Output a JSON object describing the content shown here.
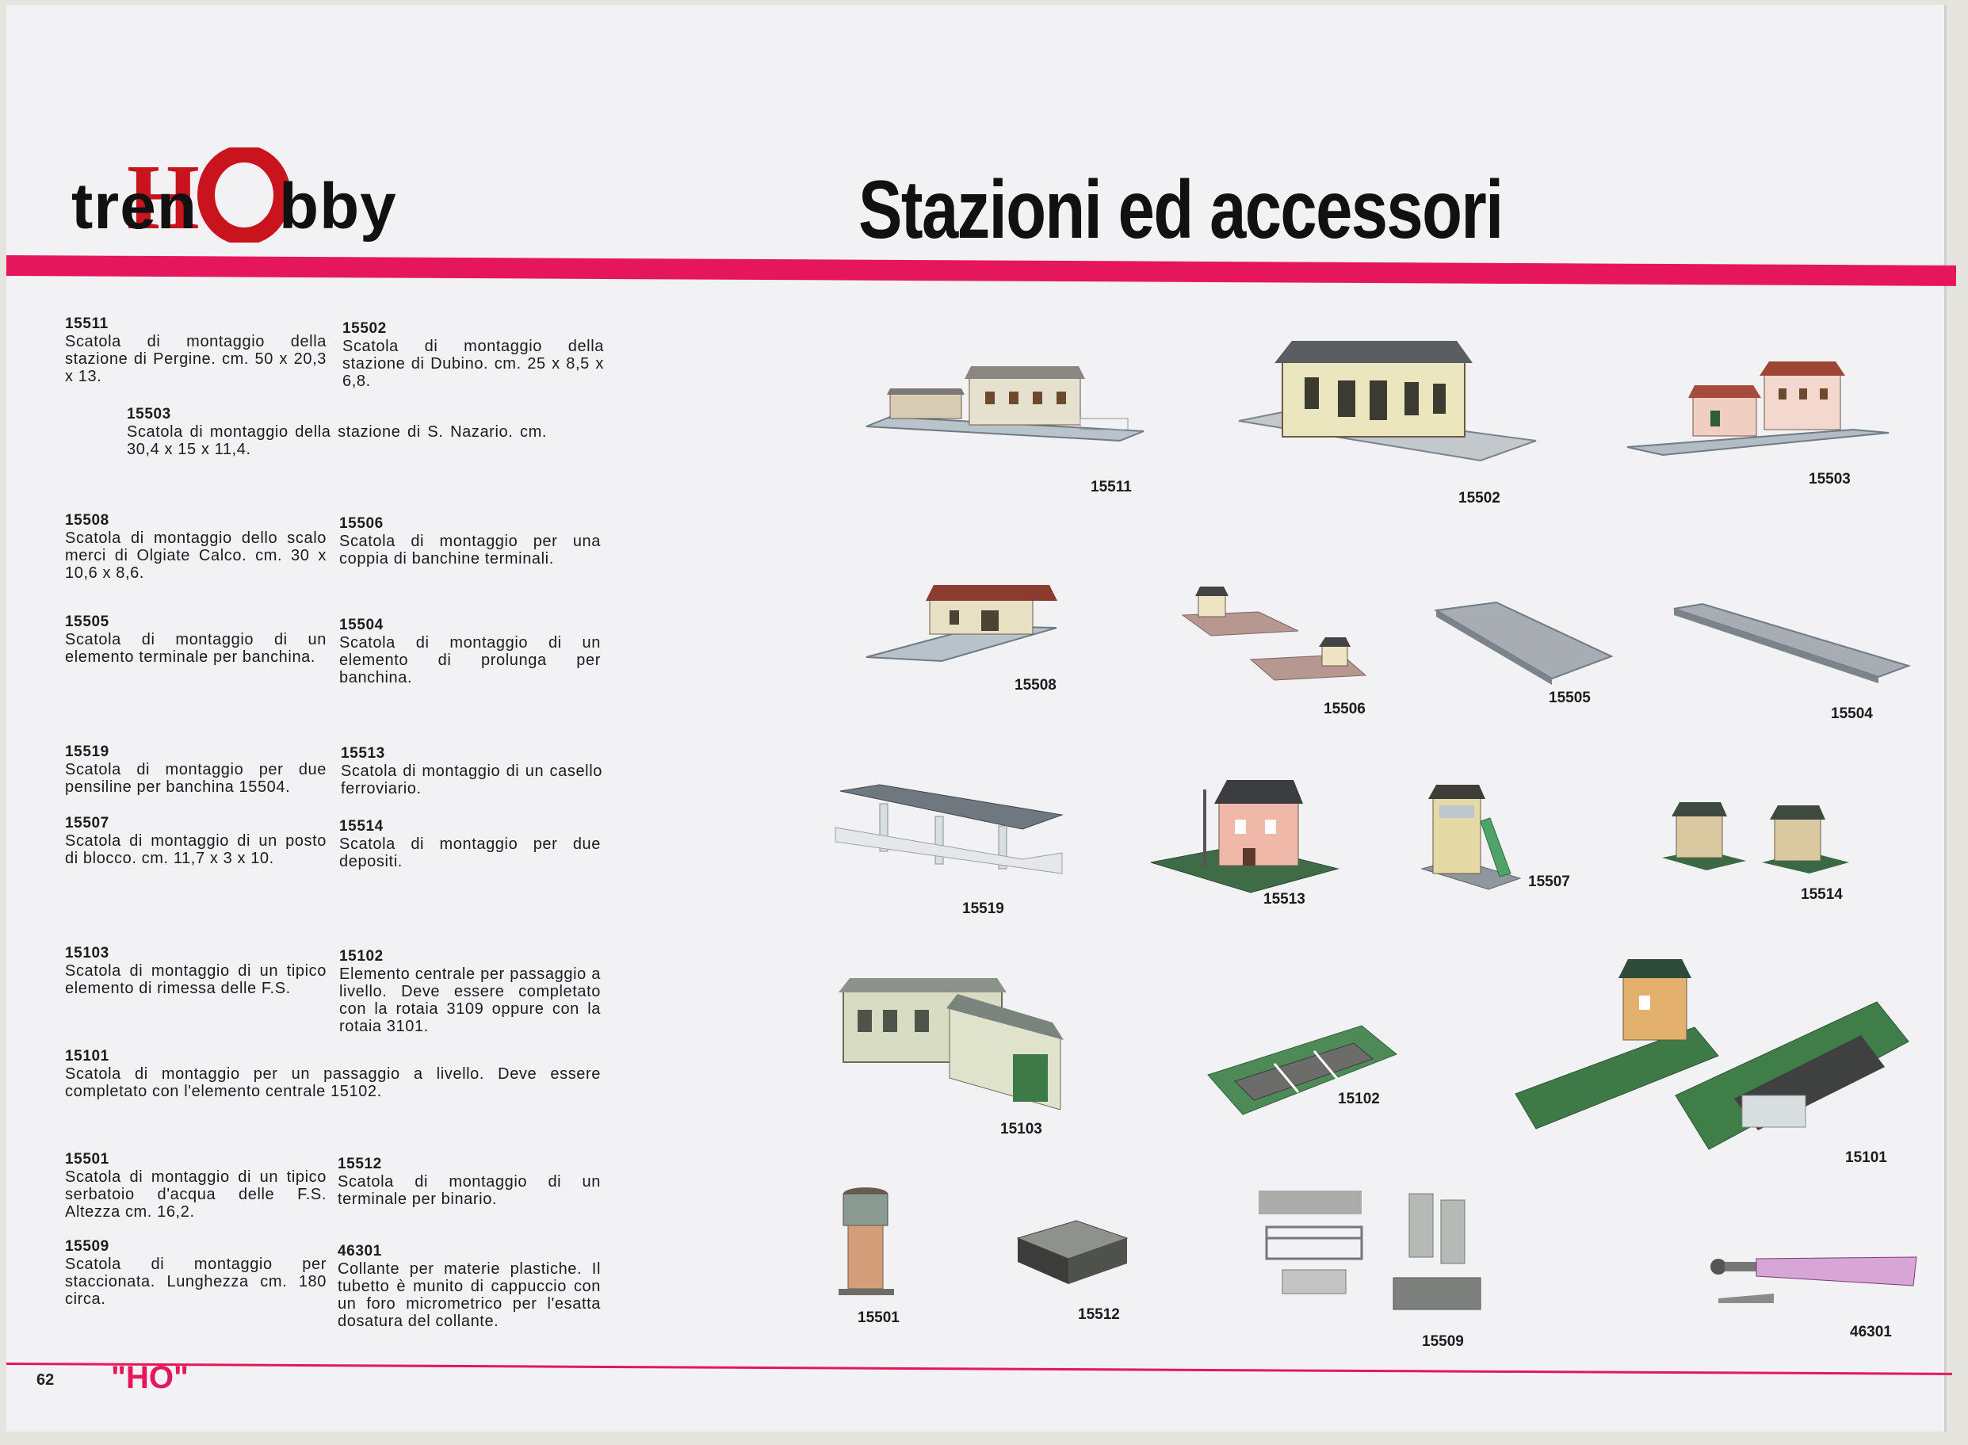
{
  "header": {
    "logo_left": "tren",
    "logo_right": "bby",
    "logo_ho": "HO",
    "title": "Stazioni ed accessori"
  },
  "footer": {
    "page_number": "62",
    "brand": "\"HO\""
  },
  "entries": [
    {
      "code": "15511",
      "desc": "Scatola di montaggio della stazione di Pergine. cm. 50 x 20,3 x 13."
    },
    {
      "code": "15502",
      "desc": "Scatola di montaggio della stazione di Dubino. cm. 25 x 8,5 x 6,8."
    },
    {
      "code": "15503",
      "desc": "Scatola di montaggio della stazione di S. Nazario. cm. 30,4 x 15 x 11,4."
    },
    {
      "code": "15508",
      "desc": "Scatola di montaggio dello scalo merci di Olgiate Calco. cm. 30 x 10,6 x 8,6."
    },
    {
      "code": "15506",
      "desc": "Scatola di montaggio per una coppia di banchine terminali."
    },
    {
      "code": "15505",
      "desc": "Scatola di montaggio di un elemento terminale per banchina."
    },
    {
      "code": "15504",
      "desc": "Scatola di montaggio di un elemento di prolunga per banchina."
    },
    {
      "code": "15519",
      "desc": "Scatola di montaggio per due pensiline per banchina 15504."
    },
    {
      "code": "15513",
      "desc": "Scatola di montaggio di un casello ferroviario."
    },
    {
      "code": "15507",
      "desc": "Scatola di montaggio di un posto di blocco. cm. 11,7 x 3 x 10."
    },
    {
      "code": "15514",
      "desc": "Scatola di montaggio per due depositi."
    },
    {
      "code": "15103",
      "desc": "Scatola di montaggio di un tipico elemento di rimessa delle F.S."
    },
    {
      "code": "15102",
      "desc": "Elemento centrale per passaggio a livello. Deve essere completato con la rotaia 3109 oppure con la rotaia 3101."
    },
    {
      "code": "15101",
      "desc": "Scatola di montaggio per un passaggio a livello. Deve essere completato con l'elemento centrale 15102."
    },
    {
      "code": "15501",
      "desc": "Scatola di montaggio di un tipico serbatoio d'acqua delle F.S. Altezza cm. 16,2."
    },
    {
      "code": "15512",
      "desc": "Scatola di montaggio di un terminale per binario."
    },
    {
      "code": "15509",
      "desc": "Scatola di montaggio per staccionata. Lunghezza cm. 180 circa."
    },
    {
      "code": "46301",
      "desc": "Collante per materie plastiche. Il tubetto è munito di cappuccio con un foro micrometrico per l'esatta dosatura del collante."
    }
  ],
  "figures": [
    {
      "label": "15511",
      "icon": "station-building-icon"
    },
    {
      "label": "15502",
      "icon": "station-building-icon"
    },
    {
      "label": "15503",
      "icon": "station-building-icon"
    },
    {
      "label": "15508",
      "icon": "goods-shed-icon"
    },
    {
      "label": "15506",
      "icon": "platform-pair-icon"
    },
    {
      "label": "15505",
      "icon": "platform-ramp-icon"
    },
    {
      "label": "15504",
      "icon": "platform-extension-icon"
    },
    {
      "label": "15519",
      "icon": "platform-canopy-icon"
    },
    {
      "label": "15513",
      "icon": "crossing-keeper-house-icon"
    },
    {
      "label": "15507",
      "icon": "signal-box-icon"
    },
    {
      "label": "15514",
      "icon": "storage-sheds-icon"
    },
    {
      "label": "15103",
      "icon": "engine-shed-icon"
    },
    {
      "label": "15102",
      "icon": "level-crossing-center-icon"
    },
    {
      "label": "15101",
      "icon": "level-crossing-icon"
    },
    {
      "label": "15501",
      "icon": "water-tower-icon"
    },
    {
      "label": "15512",
      "icon": "buffer-stop-icon"
    },
    {
      "label": "15509",
      "icon": "fence-kit-icon"
    },
    {
      "label": "46301",
      "icon": "glue-tube-icon"
    }
  ]
}
